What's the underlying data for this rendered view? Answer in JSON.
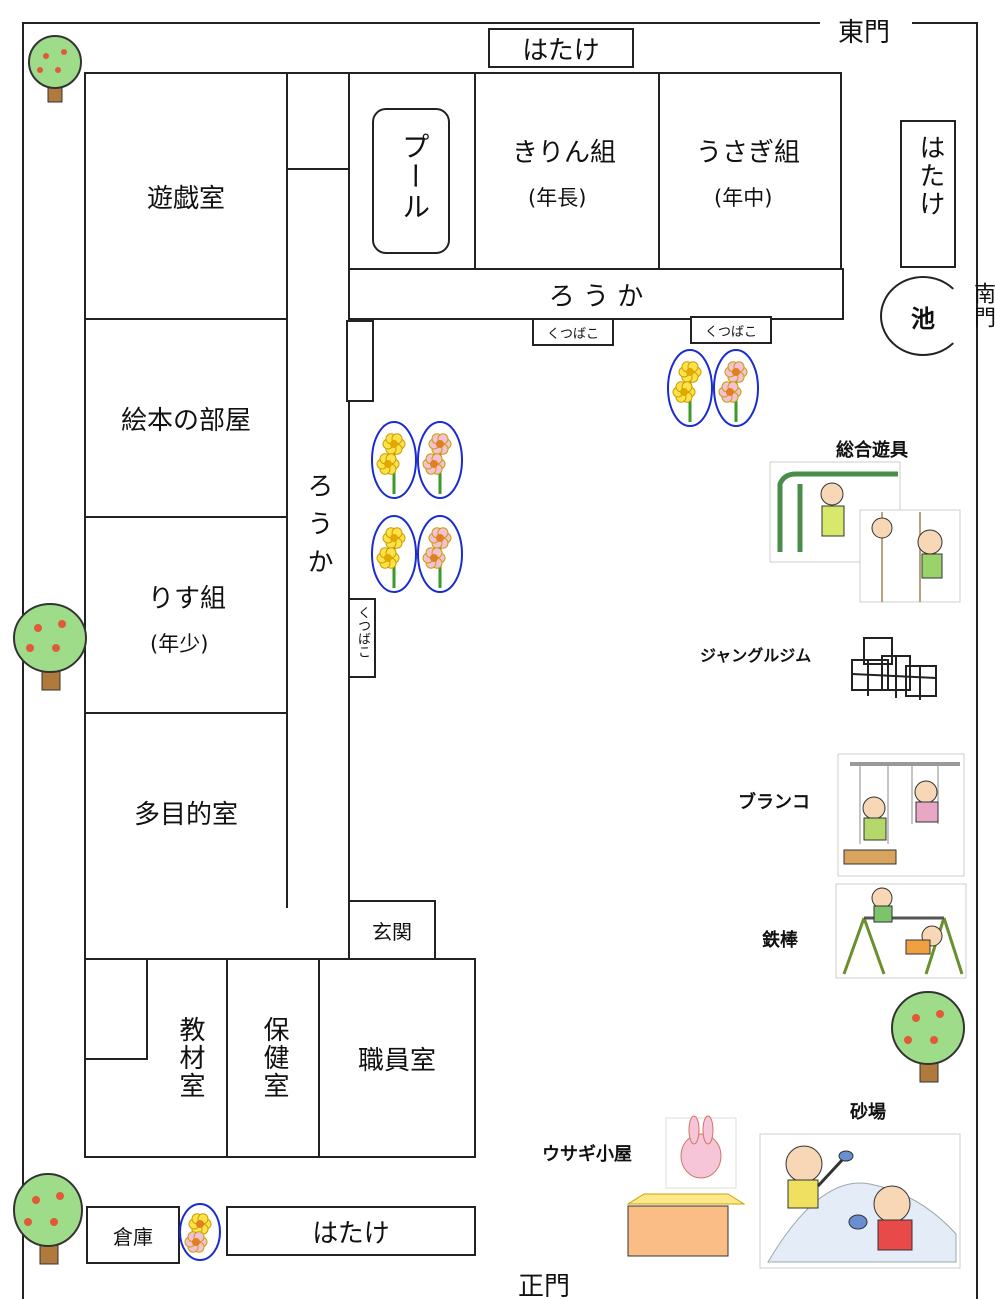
{
  "gates": {
    "east": "東門",
    "south": "南門",
    "main": "正門"
  },
  "rooms": {
    "playroom": "遊戯室",
    "picturebook": "絵本の部屋",
    "risu": "りす組",
    "risu_sub": "(年少)",
    "multipurpose": "多目的室",
    "pool": "プール",
    "kirin": "きりん組",
    "kirin_sub": "(年長)",
    "usagi": "うさぎ組",
    "usagi_sub": "(年中)",
    "entrance": "玄関",
    "materials": "教材室",
    "health": "保健室",
    "staff": "職員室",
    "storage": "倉庫"
  },
  "fields": {
    "top": "はたけ",
    "right": "はたけ",
    "bottom": "はたけ"
  },
  "corridor": {
    "horizontal": "ろ う か",
    "vertical": "ろうか"
  },
  "shoe_box": "くつばこ",
  "pond": "池",
  "equipment": {
    "combined": "総合遊具",
    "jungle": "ジャングルジム",
    "swing": "ブランコ",
    "bar": "鉄棒",
    "sandbox": "砂場",
    "rabbit": "ウサギ小屋"
  }
}
